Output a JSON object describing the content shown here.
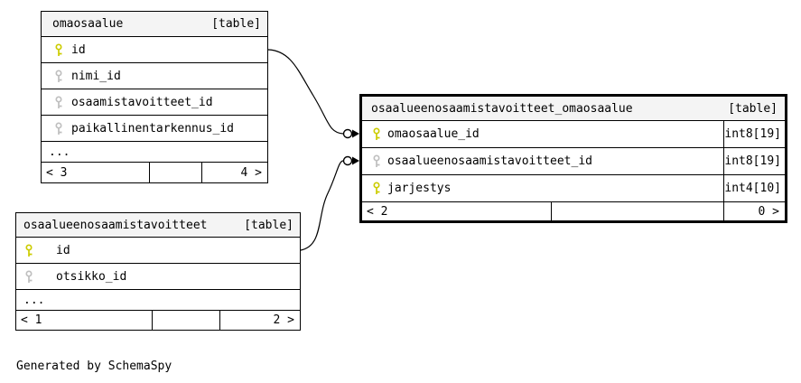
{
  "caption": "Generated by SchemaSpy",
  "colors": {
    "primary_key": "#cccc00",
    "foreign_key": "#bfbfbf",
    "header_bg": "#f4f4f4",
    "border": "#000000",
    "row_bg": "#ffffff"
  },
  "icons": {
    "primary_key": "key-icon",
    "foreign_key": "key-icon",
    "endpoint": "circle-arrow"
  },
  "tables": [
    {
      "name": "omaosaalue",
      "badge": "[table]",
      "columns": [
        {
          "name": "id",
          "key": "primary"
        },
        {
          "name": "nimi_id",
          "key": "foreign"
        },
        {
          "name": "osaamistavoitteet_id",
          "key": "foreign"
        },
        {
          "name": "paikallinentarkennus_id",
          "key": "foreign"
        }
      ],
      "ellipsis": "...",
      "footer": {
        "left": "< 3",
        "middle": "",
        "right": "4 >"
      }
    },
    {
      "name": "osaalueenosaamistavoitteet",
      "badge": "[table]",
      "columns": [
        {
          "name": "id",
          "key": "primary"
        },
        {
          "name": "otsikko_id",
          "key": "foreign"
        }
      ],
      "ellipsis": "...",
      "footer": {
        "left": "< 1",
        "middle": "",
        "right": "2 >"
      }
    },
    {
      "name": "osaalueenosaamistavoitteet_omaosaalue",
      "badge": "[table]",
      "columns": [
        {
          "name": "omaosaalue_id",
          "key": "primary",
          "type": "int8[19]"
        },
        {
          "name": "osaalueenosaamistavoitteet_id",
          "key": "foreign",
          "type": "int8[19]"
        },
        {
          "name": "jarjestys",
          "key": "primary",
          "type": "int4[10]"
        }
      ],
      "footer": {
        "left": "< 2",
        "middle": "",
        "right": "0 >"
      }
    }
  ],
  "relationships": [
    {
      "from": "omaosaalue.id",
      "to": "osaalueenosaamistavoitteet_omaosaalue.omaosaalue_id"
    },
    {
      "from": "osaalueenosaamistavoitteet.id",
      "to": "osaalueenosaamistavoitteet_omaosaalue.osaalueenosaamistavoitteet_id"
    }
  ]
}
